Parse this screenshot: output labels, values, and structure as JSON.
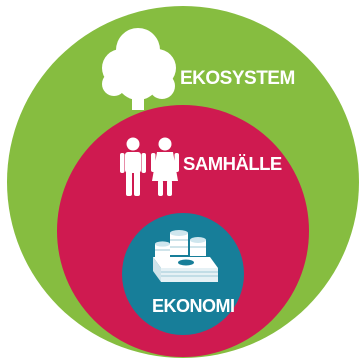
{
  "diagram": {
    "outer": {
      "label": "EKOSYSTEM",
      "color": "#86bd40",
      "icon": "tree-icon"
    },
    "middle": {
      "label": "SAMHÄLLE",
      "color": "#cf1a50",
      "icon": "people-icon"
    },
    "inner": {
      "label": "EKONOMI",
      "color": "#177e99",
      "icon": "money-icon"
    }
  }
}
